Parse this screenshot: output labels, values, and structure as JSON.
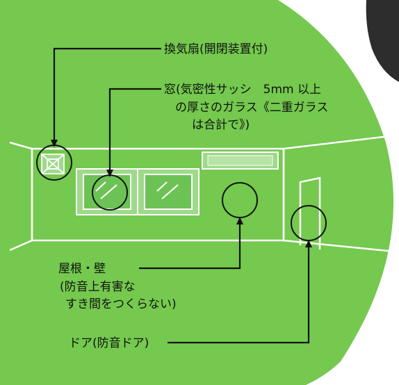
{
  "colors": {
    "background": "#ffffff",
    "panel_green": "#74c94e",
    "wall_outline": "#ffffff",
    "window_fill": "#9fd98b",
    "window_pane": "#6cc255",
    "callout_line": "#111111",
    "dark_corner": "#2d2d2d"
  },
  "labels": {
    "fan": "換気扇(開閉装置付)",
    "window_line1": "窓(気密性サッシ　5mm 以上",
    "window_line2": "の厚さのガラス《二重ガラス",
    "window_line3": "は合計で》)",
    "wall_line1": "屋根・壁",
    "wall_line2": "(防音上有害な",
    "wall_line3": "すき間をつくらない)",
    "door": "ドア(防音ドア)"
  },
  "icons": {
    "fan": "ventilation-fan-icon",
    "window": "window-icon",
    "door": "door-icon",
    "vent": "wall-vent-icon"
  }
}
